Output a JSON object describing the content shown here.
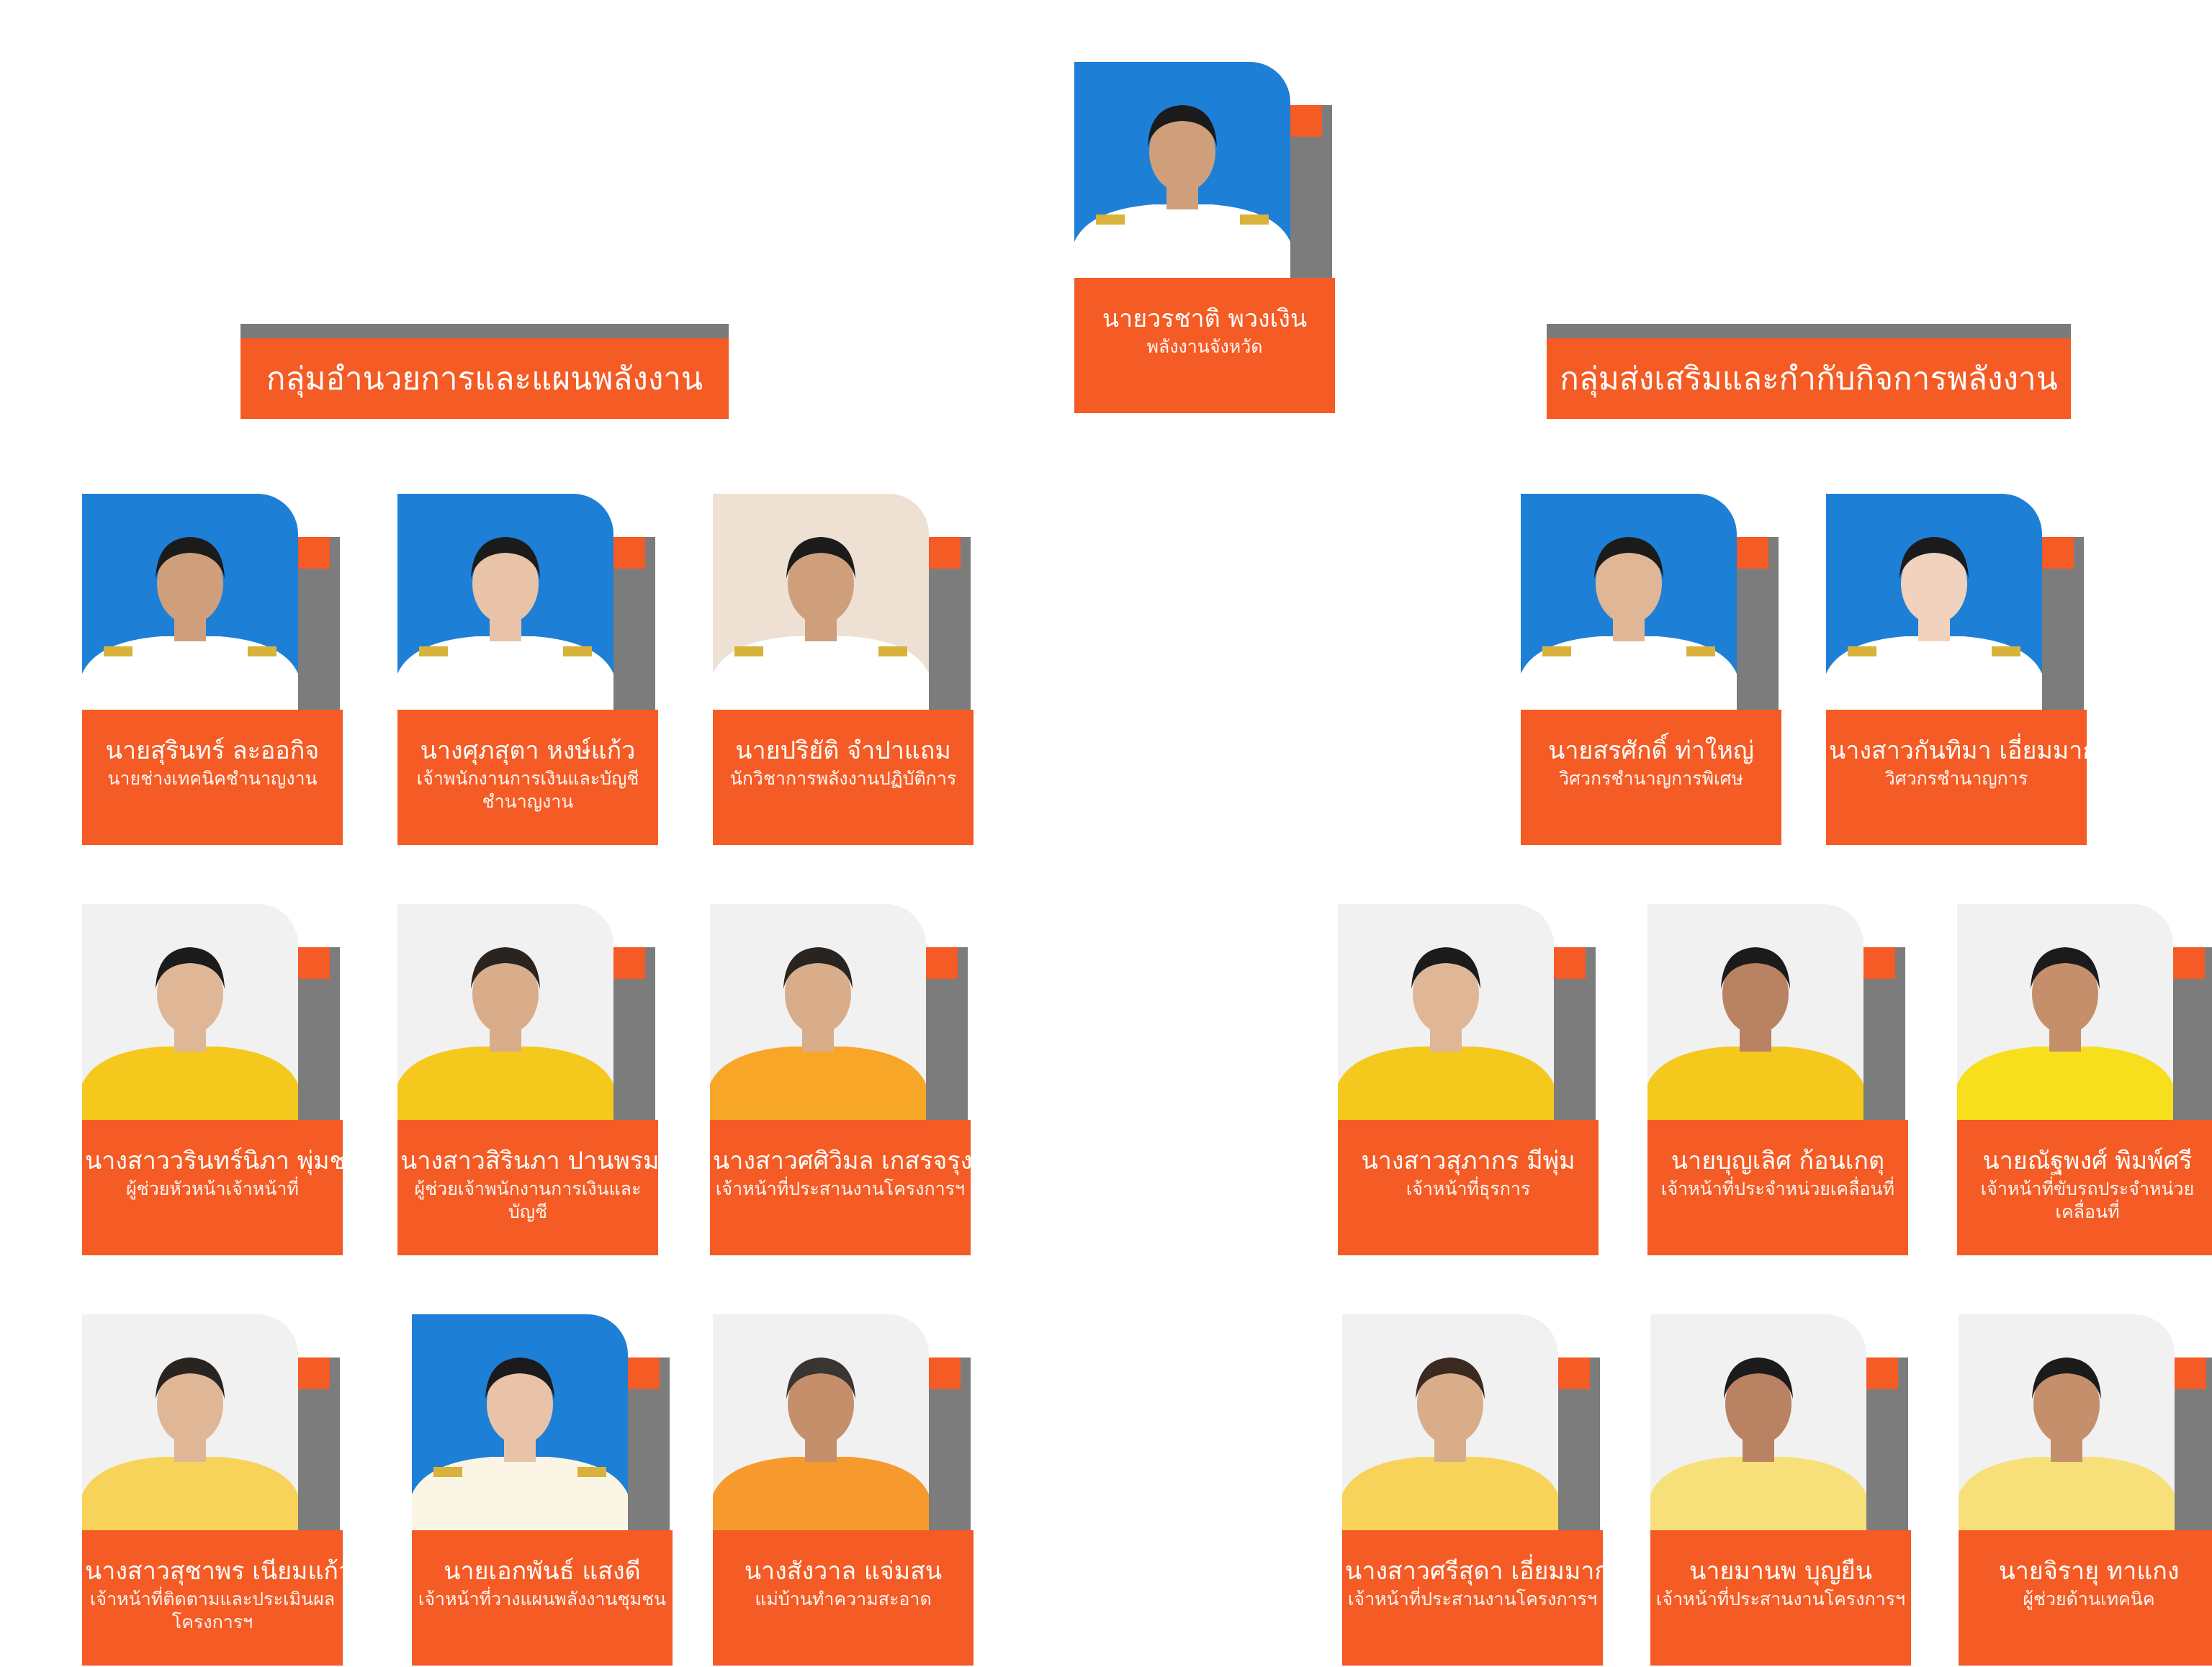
{
  "director": {
    "name": "นายวรชาติ พวงเงิน",
    "role": "พลังงานจังหวัด",
    "bg": "blue",
    "shirt": "#ffffff",
    "skin": "#cf9f7c",
    "hair": "#1b1b1b"
  },
  "left_group": {
    "title": "กลุ่มอำนวยการและแผนพลังงาน",
    "members": [
      {
        "name": "นายสุรินทร์ ละออกิจ",
        "role": "นายช่างเทคนิคชำนาญงาน",
        "bg": "blue",
        "shirt": "#ffffff",
        "skin": "#cf9f7c",
        "hair": "#1b1b1b"
      },
      {
        "name": "นางศุภสุตา หงษ์แก้ว",
        "role": "เจ้าพนักงานการเงินและบัญชีชำนาญงาน",
        "bg": "blue",
        "shirt": "#ffffff",
        "skin": "#e8c3a8",
        "hair": "#1b1b1b"
      },
      {
        "name": "นายปริยัติ จำปาแถม",
        "role": "นักวิชาการพลังงานปฏิบัติการ",
        "bg": "beige",
        "shirt": "#ffffff",
        "skin": "#cf9f7c",
        "hair": "#1b1b1b"
      },
      {
        "name": "นางสาววรินทร์นิภา พุ่มชะบา",
        "role": "ผู้ช่วยหัวหน้าเจ้าหน้าที่",
        "bg": "white",
        "shirt": "#f5c81e",
        "skin": "#e0b796",
        "hair": "#1b1b1b"
      },
      {
        "name": "นางสาวสิรินภา ปานพรม",
        "role": "ผู้ช่วยเจ้าพนักงานการเงินและบัญชี",
        "bg": "white",
        "shirt": "#f5c81e",
        "skin": "#d9ad8a",
        "hair": "#2a2420"
      },
      {
        "name": "นางสาวศศิวิมล เกสรจรุง",
        "role": "เจ้าหน้าที่ประสานงานโครงการฯ",
        "bg": "white",
        "shirt": "#f7a628",
        "skin": "#d9ad8a",
        "hair": "#2a2420"
      },
      {
        "name": "นางสาวสุชาพร เนียมแก้ว",
        "role": "เจ้าหน้าที่ติดตามและประเมินผลโครงการฯ",
        "bg": "white",
        "shirt": "#f7d35a",
        "skin": "#e0b796",
        "hair": "#2a2420"
      },
      {
        "name": "นายเอกพันธ์ แสงดี",
        "role": "เจ้าหน้าที่วางแผนพลังงานชุมชน",
        "bg": "blue",
        "shirt": "#fbf5e6",
        "skin": "#e8c3a8",
        "hair": "#1b1b1b"
      },
      {
        "name": "นางสังวาล แจ่มสน",
        "role": "แม่บ้านทำความสะอาด",
        "bg": "white",
        "shirt": "#f79a2e",
        "skin": "#c58f6c",
        "hair": "#3a3532"
      }
    ]
  },
  "right_group": {
    "title": "กลุ่มส่งเสริมและกำกับกิจการพลังงาน",
    "members": [
      {
        "name": "นายสรศักดิ์ ท่าใหญ่",
        "role": "วิศวกรชำนาญการพิเศษ",
        "bg": "blue",
        "shirt": "#ffffff",
        "skin": "#e0b796",
        "hair": "#1b1b1b"
      },
      {
        "name": "นางสาวกันทิมา เอี่ยมมาก",
        "role": "วิศวกรชำนาญการ",
        "bg": "blue",
        "shirt": "#ffffff",
        "skin": "#f0d2bf",
        "hair": "#1b1b1b"
      },
      {
        "name": "นางสาวสุภากร มีพุ่ม",
        "role": "เจ้าหน้าที่ธุรการ",
        "bg": "white",
        "shirt": "#f5c81e",
        "skin": "#e0b796",
        "hair": "#1b1b1b"
      },
      {
        "name": "นายบุญเลิศ ก้อนเกตุ",
        "role": "เจ้าหน้าที่ประจำหน่วยเคลื่อนที่",
        "bg": "white",
        "shirt": "#f5c81e",
        "skin": "#b98262",
        "hair": "#1b1b1b"
      },
      {
        "name": "นายณัฐพงศ์ พิมพ์ศรี",
        "role": "เจ้าหน้าที่ขับรถประจำหน่วยเคลื่อนที่",
        "bg": "white",
        "shirt": "#f7df1e",
        "skin": "#c58f6c",
        "hair": "#1b1b1b"
      },
      {
        "name": "นางสาวศรีสุดา เอี่ยมมาก",
        "role": "เจ้าหน้าที่ประสานงานโครงการฯ",
        "bg": "white",
        "shirt": "#f7d35a",
        "skin": "#d9ad8a",
        "hair": "#3a2a22"
      },
      {
        "name": "นายมานพ บุญยืน",
        "role": "เจ้าหน้าที่ประสานงานโครงการฯ",
        "bg": "white",
        "shirt": "#f7e07a",
        "skin": "#b98262",
        "hair": "#1b1b1b"
      },
      {
        "name": "นายจิรายุ ทาแกง",
        "role": "ผู้ช่วยด้านเทคนิค",
        "bg": "white",
        "shirt": "#f7e07a",
        "skin": "#c58f6c",
        "hair": "#1b1b1b"
      }
    ]
  },
  "colors": {
    "accent": "#f55b24",
    "gray": "#7c7c7c",
    "photo_blue": "#1e7fd6"
  }
}
